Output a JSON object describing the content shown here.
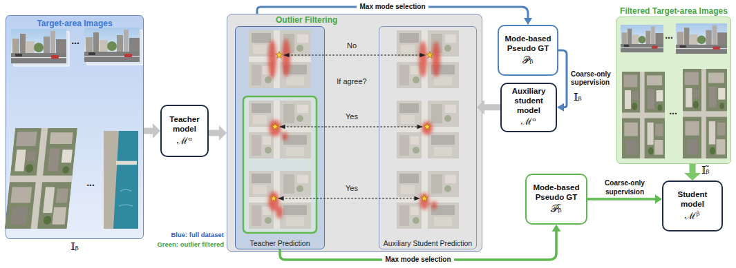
{
  "diagram": {
    "nodes": [
      {
        "text": [
          "Target-area Images",
          "𝕀ᵦ"
        ]
      },
      {
        "text": [
          "Teacher model",
          "ℳᵅ"
        ]
      },
      {
        "text": [
          "Outlier Filtering"
        ]
      },
      {
        "text": [
          "Teacher Prediction"
        ],
        "in": 2
      },
      {
        "text": [
          "Auxiliary Student Prediction"
        ],
        "in": 2
      },
      {
        "text": [
          "Mode-based Pseudo GT",
          "𝒫ᵦ"
        ]
      },
      {
        "text": [
          "Auxiliary student model",
          "ℳᵒ"
        ]
      },
      {
        "text": [
          "Filtered Target-area Images",
          "𝕀ᵦ̃"
        ]
      },
      {
        "text": [
          "Mode-based Pseudo GT",
          "𝒫ᵦ̃"
        ]
      },
      {
        "text": [
          "Student model",
          "ℳᵝ"
        ]
      }
    ],
    "edges": [
      {
        "from": 0,
        "to": 1,
        "arrow": "to"
      },
      {
        "from": 1,
        "to": 2,
        "arrow": "to"
      },
      {
        "from": 2,
        "to": 5,
        "label": "Max mode selection",
        "arrow": "to"
      },
      {
        "from": 5,
        "to": 6,
        "label": "Coarse-only supervision",
        "arrow": "to"
      },
      {
        "from": 6,
        "to": 4,
        "arrow": "to"
      },
      {
        "from": 3,
        "to": 8,
        "label": "Max mode selection",
        "arrow": "to"
      },
      {
        "from": 8,
        "to": 9,
        "label": "Coarse-only supervision",
        "arrow": "to"
      },
      {
        "from": 7,
        "to": 9,
        "arrow": "to"
      }
    ],
    "labels": [
      "No",
      "If agree?",
      "Yes",
      "Yes",
      "Blue: full dataset",
      "Green: outlier filtered",
      "𝕀ᵦ",
      "...",
      "...",
      "...",
      "..."
    ]
  }
}
